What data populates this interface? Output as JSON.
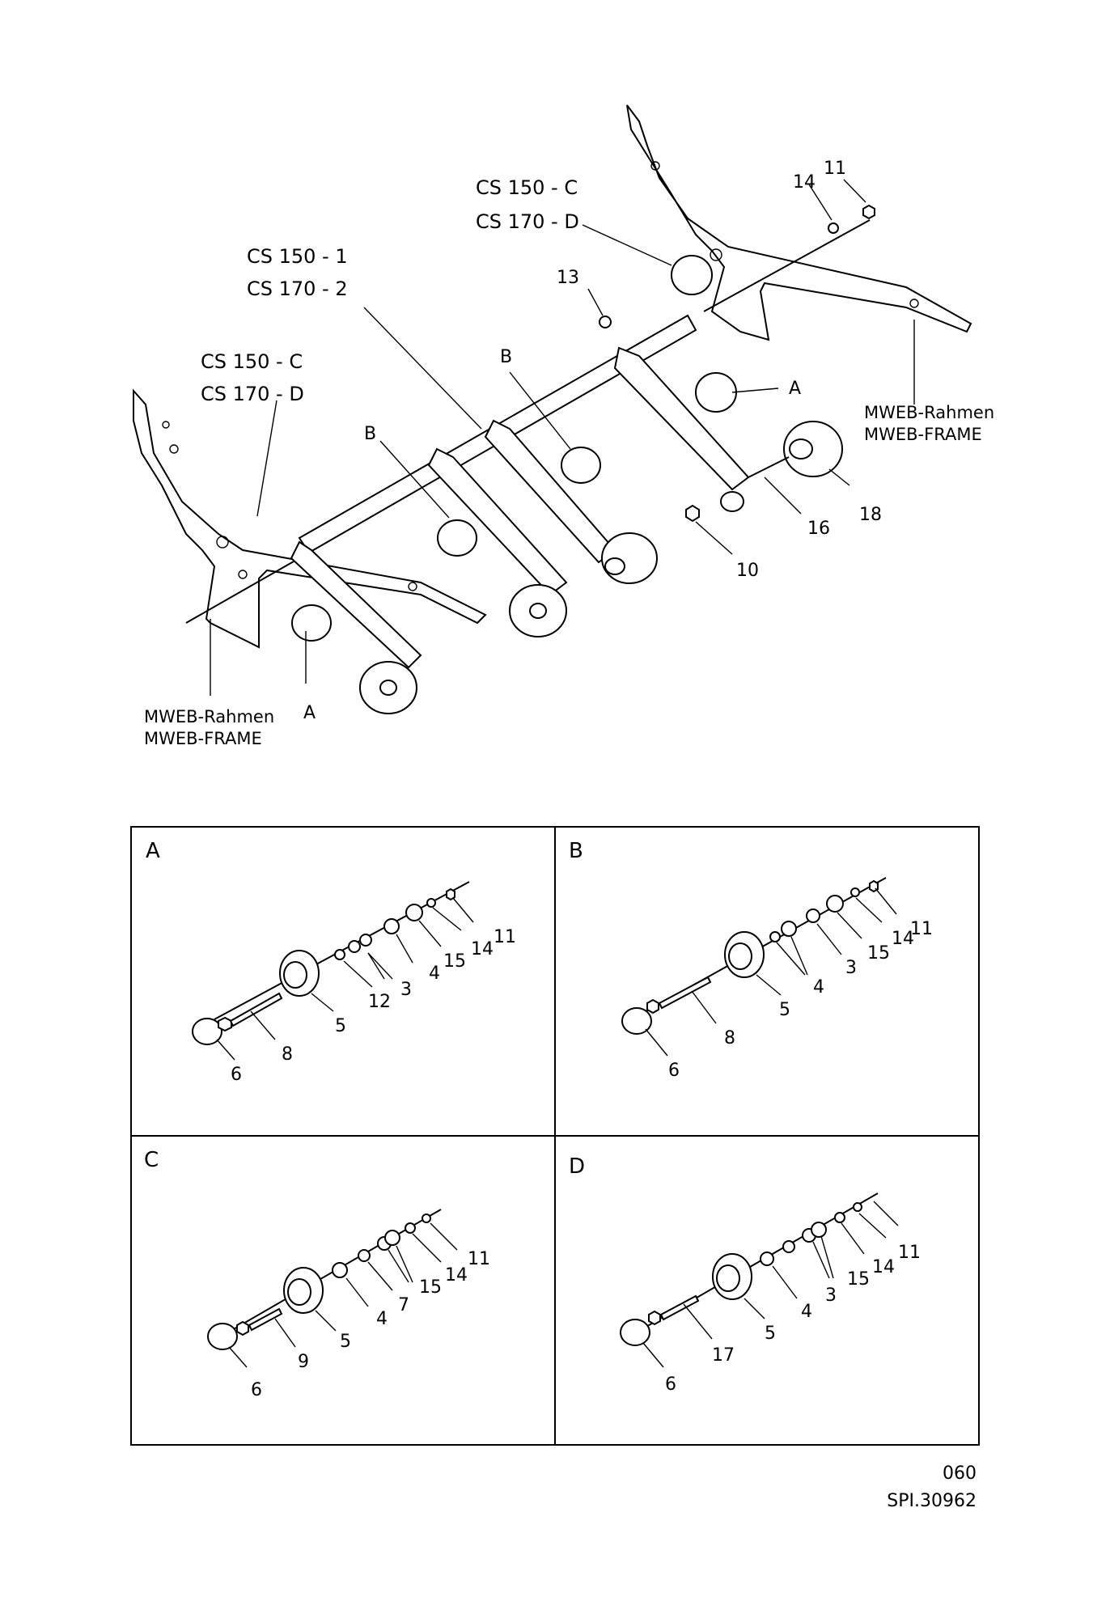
{
  "main": {
    "variants_right_top": [
      "CS 150 - C",
      "CS 170 - D"
    ],
    "variants_arm": [
      "CS 150 - 1",
      "CS 170 - 2"
    ],
    "variants_left": [
      "CS 150 - C",
      "CS 170 - D"
    ],
    "frame_right": [
      "MWEB-Rahmen",
      "MWEB-FRAME"
    ],
    "frame_left": [
      "MWEB-Rahmen",
      "MWEB-FRAME"
    ],
    "callouts": {
      "c14": "14",
      "c11": "11",
      "c13": "13",
      "cB1": "B",
      "cB2": "B",
      "cA1": "A",
      "cA2": "A",
      "c16": "16",
      "c18": "18",
      "c10": "10"
    }
  },
  "panels": {
    "A": {
      "letter": "A",
      "labels": {
        "p6": "6",
        "p8": "8",
        "p5": "5",
        "p12": "12",
        "p3": "3",
        "p4": "4",
        "p15": "15",
        "p14": "14",
        "p11": "11"
      }
    },
    "B": {
      "letter": "B",
      "labels": {
        "p6": "6",
        "p8": "8",
        "p5": "5",
        "p4": "4",
        "p3": "3",
        "p15": "15",
        "p14": "14",
        "p11": "11"
      }
    },
    "C": {
      "letter": "C",
      "labels": {
        "p6": "6",
        "p9": "9",
        "p5": "5",
        "p4": "4",
        "p7": "7",
        "p15": "15",
        "p14": "14",
        "p11": "11"
      }
    },
    "D": {
      "letter": "D",
      "labels": {
        "p6": "6",
        "p17": "17",
        "p5": "5",
        "p4": "4",
        "p3": "3",
        "p15": "15",
        "p14": "14",
        "p11": "11"
      }
    }
  },
  "footer": {
    "page_number": "060",
    "doc_code": "SPI.30962"
  }
}
